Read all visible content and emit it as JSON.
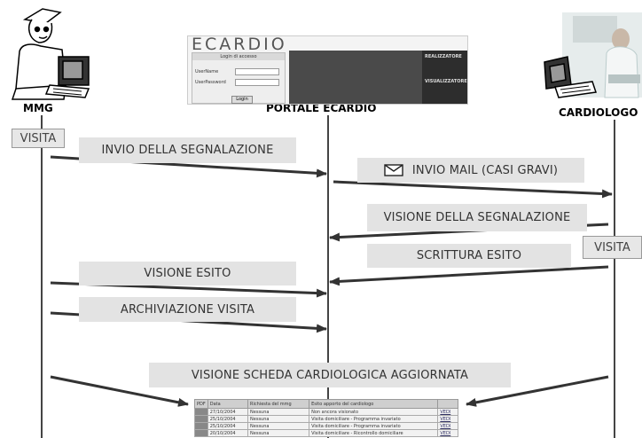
{
  "actors": {
    "mmg": "MMG",
    "portale": "PORTALE ECARDIO",
    "cardiologo": "CARDIOLOGO"
  },
  "visita_left": "VISITA",
  "visita_right": "VISITA",
  "messages": {
    "invio_segnalazione": "INVIO DELLA SEGNALAZIONE",
    "invio_mail": "INVIO MAIL (CASI GRAVI)",
    "visione_segnalazione": "VISIONE DELLA SEGNALAZIONE",
    "scrittura_esito": "SCRITTURA ESITO",
    "visione_esito": "VISIONE ESITO",
    "archiviazione_visita": "ARCHIVIAZIONE VISITA",
    "visione_scheda": "VISIONE SCHEDA CARDIOLOGICA AGGIORNATA"
  },
  "portal": {
    "brand": "ECARDIO",
    "login_title": "Login di accesso",
    "username_label": "UserName",
    "password_label": "UserPassword",
    "login_button": "Login",
    "realizzatore": "REALIZZATORE",
    "visualizzatore": "VISUALIZZATORE"
  },
  "table": {
    "headers": [
      "PDF",
      "Data",
      "Richiesta del mmg",
      "Esito apporto del cardiologo"
    ],
    "rows": [
      [
        "27/10/2004",
        "Nessuna",
        "Non ancora visionato",
        "VEDI"
      ],
      [
        "25/10/2004",
        "Nessuna",
        "Visita domiciliare - Programma invariato",
        "VEDI"
      ],
      [
        "25/10/2004",
        "Nessuna",
        "Visita domiciliare - Programma invariato",
        "VEDI"
      ],
      [
        "20/10/2004",
        "Nessuna",
        "Visita domiciliare - Ricontrollo domiciliare",
        "VEDI"
      ]
    ]
  },
  "icons": [
    "doctor-at-computer-icon",
    "doctor-at-computer-icon",
    "envelope-icon"
  ],
  "colors": {
    "label_bg": "#e3e3e3",
    "arrow": "#333333",
    "lifeline": "#444444"
  }
}
